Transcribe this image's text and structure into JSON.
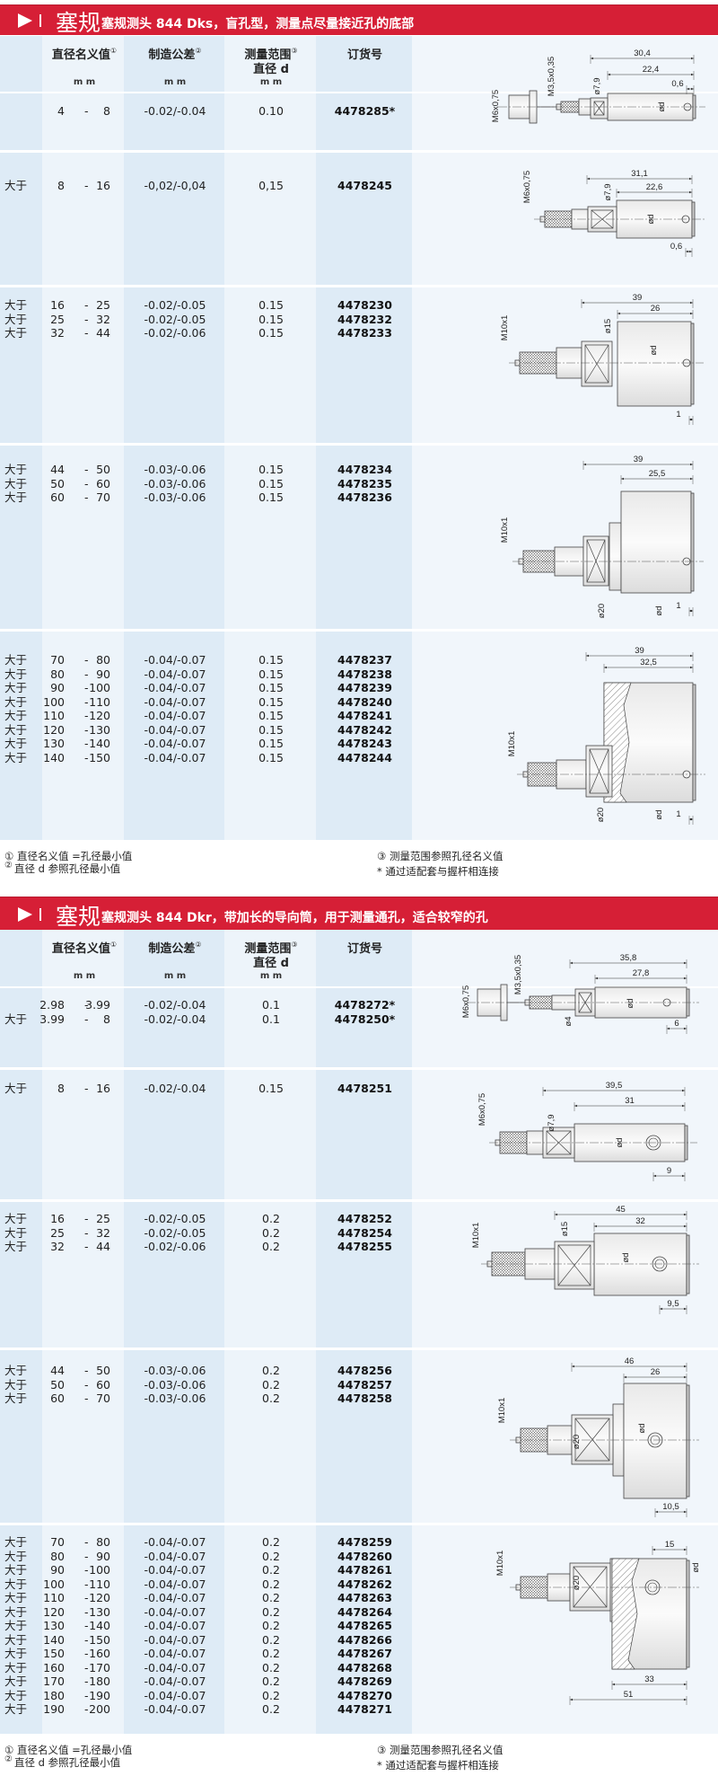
{
  "range_sep": "-",
  "icons": {
    "play": "play-triangle-icon",
    "separator": "bar-separator-icon"
  },
  "colors": {
    "header_red": "#d61f36",
    "column_blue": "#deebf6",
    "column_light": "#edf4fa"
  },
  "sections": [
    {
      "title_big": "塞规",
      "title_sub": "塞规测头 844 Dks，盲孔型，测量点尽量接近孔的底部",
      "header": {
        "nominal": "直径名义值",
        "nominal_sup": "①",
        "tol": "制造公差",
        "tol_sup": "②",
        "range": "测量范围",
        "range_sup": "③",
        "range2": "直径 d",
        "order": "订货号",
        "unit": "m m"
      },
      "groups": [
        {
          "rows": [
            {
              "prefix": "",
              "from": "4",
              "to": "8",
              "tol": "-0.02/-0.04",
              "meas": "0.10",
              "order": "4478285*"
            }
          ],
          "drawing": {
            "overall": "30,4",
            "body": "22,4",
            "end": "0,6",
            "thread": "M6x0,75",
            "thread2": "M3,5x0,35",
            "dia": "ø7,9",
            "d": "ød"
          }
        },
        {
          "rows": [
            {
              "prefix": "大于",
              "from": "8",
              "to": "16",
              "tol": "-0,02/-0,04",
              "meas": "0,15",
              "order": "4478245"
            }
          ],
          "drawing": {
            "overall": "31,1",
            "body": "22,6",
            "end": "0,6",
            "thread": "M6x0,75",
            "dia": "ø7,9",
            "d": "ød"
          }
        },
        {
          "rows": [
            {
              "prefix": "大于",
              "from": "16",
              "to": "25",
              "tol": "-0.02/-0.05",
              "meas": "0.15",
              "order": "4478230"
            },
            {
              "prefix": "大于",
              "from": "25",
              "to": "32",
              "tol": "-0.02/-0.05",
              "meas": "0.15",
              "order": "4478232"
            },
            {
              "prefix": "大于",
              "from": "32",
              "to": "44",
              "tol": "-0.02/-0.06",
              "meas": "0.15",
              "order": "4478233"
            }
          ],
          "drawing": {
            "overall": "39",
            "body": "26",
            "end": "1",
            "thread": "M10x1",
            "dia": "ø15",
            "d": "ød"
          }
        },
        {
          "rows": [
            {
              "prefix": "大于",
              "from": "44",
              "to": "50",
              "tol": "-0.03/-0.06",
              "meas": "0.15",
              "order": "4478234"
            },
            {
              "prefix": "大于",
              "from": "50",
              "to": "60",
              "tol": "-0.03/-0.06",
              "meas": "0.15",
              "order": "4478235"
            },
            {
              "prefix": "大于",
              "from": "60",
              "to": "70",
              "tol": "-0.03/-0.06",
              "meas": "0.15",
              "order": "4478236"
            }
          ],
          "drawing": {
            "overall": "39",
            "body": "25,5",
            "end": "1",
            "thread": "M10x1",
            "dia": "ø20",
            "d": "ød"
          }
        },
        {
          "rows": [
            {
              "prefix": "大于",
              "from": "70",
              "to": "80",
              "tol": "-0.04/-0.07",
              "meas": "0.15",
              "order": "4478237"
            },
            {
              "prefix": "大于",
              "from": "80",
              "to": "90",
              "tol": "-0.04/-0.07",
              "meas": "0.15",
              "order": "4478238"
            },
            {
              "prefix": "大于",
              "from": "90",
              "to": "100",
              "tol": "-0.04/-0.07",
              "meas": "0.15",
              "order": "4478239"
            },
            {
              "prefix": "大于",
              "from": "100",
              "to": "110",
              "tol": "-0.04/-0.07",
              "meas": "0.15",
              "order": "4478240"
            },
            {
              "prefix": "大于",
              "from": "110",
              "to": "120",
              "tol": "-0.04/-0.07",
              "meas": "0.15",
              "order": "4478241"
            },
            {
              "prefix": "大于",
              "from": "120",
              "to": "130",
              "tol": "-0.04/-0.07",
              "meas": "0.15",
              "order": "4478242"
            },
            {
              "prefix": "大于",
              "from": "130",
              "to": "140",
              "tol": "-0.04/-0.07",
              "meas": "0.15",
              "order": "4478243"
            },
            {
              "prefix": "大于",
              "from": "140",
              "to": "150",
              "tol": "-0.04/-0.07",
              "meas": "0.15",
              "order": "4478244"
            }
          ],
          "drawing": {
            "overall": "39",
            "body": "32,5",
            "end": "1",
            "thread": "M10x1",
            "dia": "ø20",
            "d": "ød"
          }
        }
      ],
      "footnotes": {
        "f1": "① 直径名义值 =孔径最小值",
        "f2_mark": "②",
        "f2": "直径  d  参照孔径最小值",
        "f3": "③ 测量范围参照孔径名义值",
        "f4": "*  通过适配套与握杆相连接"
      }
    },
    {
      "title_big": "塞规",
      "title_sub": "塞规测头 844 Dkr，带加长的导向筒，用于测量通孔，适合较窄的孔",
      "header": {
        "nominal": "直径名义值",
        "nominal_sup": "①",
        "tol": "制造公差",
        "tol_sup": "②",
        "range": "测量范围",
        "range_sup": "③",
        "range2": "直径 d",
        "order": "订货号",
        "unit": "m m"
      },
      "groups": [
        {
          "rows": [
            {
              "prefix": "",
              "from": "2.98",
              "to": "3.99",
              "tol": "-0.02/-0.04",
              "meas": "0.1",
              "order": "4478272*"
            },
            {
              "prefix": "大于",
              "from": "3.99",
              "to": "8",
              "tol": "-0.02/-0.04",
              "meas": "0.1",
              "order": "4478250*"
            }
          ],
          "drawing": {
            "overall": "35,8",
            "body": "27,8",
            "end": "6",
            "thread": "M6x0,75",
            "thread2": "M3,5x0,35",
            "dia": "ø4",
            "d": "ød"
          }
        },
        {
          "rows": [
            {
              "prefix": "大于",
              "from": "8",
              "to": "16",
              "tol": "-0.02/-0.04",
              "meas": "0.15",
              "order": "4478251"
            }
          ],
          "drawing": {
            "overall": "39,5",
            "body": "31",
            "end": "9",
            "thread": "M6x0,75",
            "dia": "ø7,9",
            "d": "ød"
          }
        },
        {
          "rows": [
            {
              "prefix": "大于",
              "from": "16",
              "to": "25",
              "tol": "-0.02/-0.05",
              "meas": "0.2",
              "order": "4478252"
            },
            {
              "prefix": "大于",
              "from": "25",
              "to": "32",
              "tol": "-0.02/-0.05",
              "meas": "0.2",
              "order": "4478254"
            },
            {
              "prefix": "大于",
              "from": "32",
              "to": "44",
              "tol": "-0.02/-0.06",
              "meas": "0.2",
              "order": "4478255"
            }
          ],
          "drawing": {
            "overall": "45",
            "body": "32",
            "end": "9,5",
            "thread": "M10x1",
            "dia": "ø15",
            "d": "ød"
          }
        },
        {
          "rows": [
            {
              "prefix": "大于",
              "from": "44",
              "to": "50",
              "tol": "-0.03/-0.06",
              "meas": "0.2",
              "order": "4478256"
            },
            {
              "prefix": "大于",
              "from": "50",
              "to": "60",
              "tol": "-0.03/-0.06",
              "meas": "0.2",
              "order": "4478257"
            },
            {
              "prefix": "大于",
              "from": "60",
              "to": "70",
              "tol": "-0.03/-0.06",
              "meas": "0.2",
              "order": "4478258"
            }
          ],
          "drawing": {
            "overall": "46",
            "body": "26",
            "end": "10,5",
            "thread": "M10x1",
            "dia": "ø20",
            "d": "ød"
          }
        },
        {
          "rows": [
            {
              "prefix": "大于",
              "from": "70",
              "to": "80",
              "tol": "-0.04/-0.07",
              "meas": "0.2",
              "order": "4478259"
            },
            {
              "prefix": "大于",
              "from": "80",
              "to": "90",
              "tol": "-0.04/-0.07",
              "meas": "0.2",
              "order": "4478260"
            },
            {
              "prefix": "大于",
              "from": "90",
              "to": "100",
              "tol": "-0.04/-0.07",
              "meas": "0.2",
              "order": "4478261"
            },
            {
              "prefix": "大于",
              "from": "100",
              "to": "110",
              "tol": "-0.04/-0.07",
              "meas": "0.2",
              "order": "4478262"
            },
            {
              "prefix": "大于",
              "from": "110",
              "to": "120",
              "tol": "-0.04/-0.07",
              "meas": "0.2",
              "order": "4478263"
            },
            {
              "prefix": "大于",
              "from": "120",
              "to": "130",
              "tol": "-0.04/-0.07",
              "meas": "0.2",
              "order": "4478264"
            },
            {
              "prefix": "大于",
              "from": "130",
              "to": "140",
              "tol": "-0.04/-0.07",
              "meas": "0.2",
              "order": "4478265"
            },
            {
              "prefix": "大于",
              "from": "140",
              "to": "150",
              "tol": "-0.04/-0.07",
              "meas": "0.2",
              "order": "4478266"
            },
            {
              "prefix": "大于",
              "from": "150",
              "to": "160",
              "tol": "-0.04/-0.07",
              "meas": "0.2",
              "order": "4478267"
            },
            {
              "prefix": "大于",
              "from": "160",
              "to": "170",
              "tol": "-0.04/-0.07",
              "meas": "0.2",
              "order": "4478268"
            },
            {
              "prefix": "大于",
              "from": "170",
              "to": "180",
              "tol": "-0.04/-0.07",
              "meas": "0.2",
              "order": "4478269"
            },
            {
              "prefix": "大于",
              "from": "180",
              "to": "190",
              "tol": "-0.04/-0.07",
              "meas": "0.2",
              "order": "4478270"
            },
            {
              "prefix": "大于",
              "from": "190",
              "to": "200",
              "tol": "-0.04/-0.07",
              "meas": "0.2",
              "order": "4478271"
            }
          ],
          "drawing": {
            "overall": "51",
            "body": "33",
            "end": "15",
            "thread": "M10x1",
            "dia": "ø20",
            "d": "ød"
          }
        }
      ],
      "footnotes": {
        "f1": "① 直径名义值 =孔径最小值",
        "f2_mark": "②",
        "f2": "直径  d  参照孔径最小值",
        "f3": "③ 测量范围参照孔径名义值",
        "f4": "*  通过适配套与握杆相连接"
      }
    }
  ]
}
